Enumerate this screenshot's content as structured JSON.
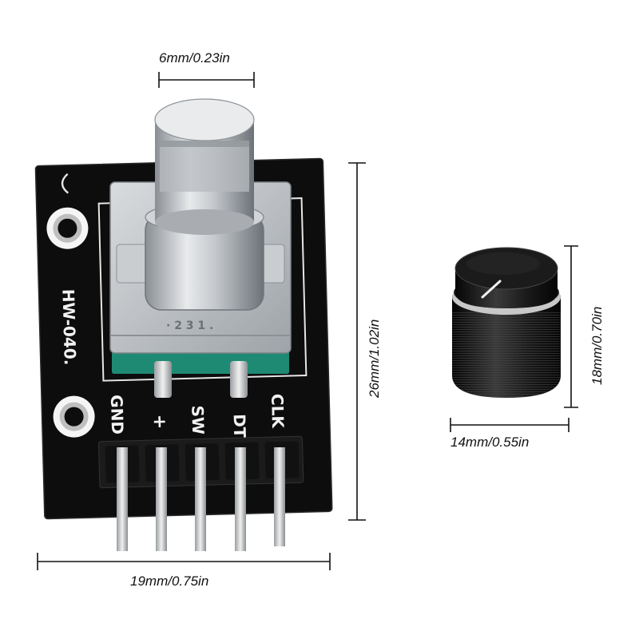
{
  "dimensions": {
    "shaft_width": "6mm/0.23in",
    "board_height": "26mm/1.02in",
    "board_width": "19mm/0.75in",
    "knob_height": "18mm/0.70in",
    "knob_width": "14mm/0.55in"
  },
  "board": {
    "model": "HW-040.",
    "pins": [
      "GND",
      "+",
      "SW",
      "DT",
      "CLK"
    ],
    "board_color": "#0d0d0d",
    "encoder_base_color": "#2aa38a"
  },
  "knob": {
    "color": "#141414"
  }
}
